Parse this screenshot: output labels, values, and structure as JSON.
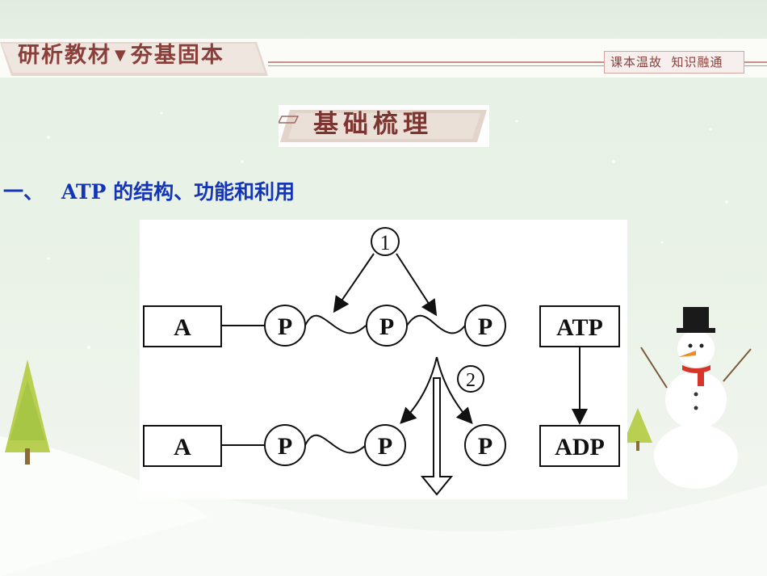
{
  "header": {
    "left_title_part1": "研析教材",
    "separator": "▼",
    "left_title_part2": "夯基固本",
    "right_tag": "课本温故  知识融通"
  },
  "section": {
    "title": "基础梳理"
  },
  "heading": {
    "number": "一、",
    "text_en": "ATP",
    "text_zh": "的结构、功能和利用"
  },
  "diagram": {
    "label_1": "①",
    "label_2": "②",
    "top_row": {
      "adenosine": "A",
      "phosphates": [
        "P",
        "P",
        "P"
      ]
    },
    "bottom_row": {
      "adenosine": "A",
      "phosphates": [
        "P",
        "P"
      ],
      "released_phosphate": "P"
    },
    "side": {
      "from": "ATP",
      "to": "ADP"
    }
  },
  "colors": {
    "heading_blue": "#1535b9",
    "header_maroon": "#8a3f3a",
    "background": "#e9f2e6"
  }
}
